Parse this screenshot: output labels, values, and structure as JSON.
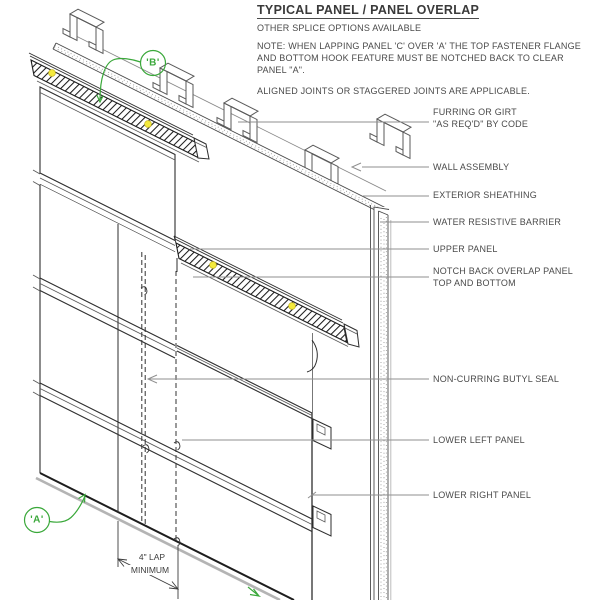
{
  "header": {
    "title": "TYPICAL PANEL / PANEL OVERLAP",
    "subtitle": "OTHER SPLICE OPTIONS AVAILABLE",
    "note_lines": [
      "NOTE: WHEN LAPPING PANEL 'C' OVER 'A' THE TOP FASTENER FLANGE",
      "AND BOTTOM HOOK FEATURE MUST BE NOTCHED BACK TO CLEAR",
      "PANEL \"A\"."
    ],
    "aligned_note": "ALIGNED JOINTS OR STAGGERED JOINTS ARE APPLICABLE."
  },
  "callouts": [
    {
      "label": "FURRING OR GIRT",
      "label2": "\"AS REQ'D\" BY CODE"
    },
    {
      "label": "WALL ASSEMBLY"
    },
    {
      "label": "EXTERIOR SHEATHING"
    },
    {
      "label": "WATER RESISTIVE BARRIER"
    },
    {
      "label": "UPPER PANEL"
    },
    {
      "label": "NOTCH BACK OVERLAP PANEL",
      "label2": "TOP AND BOTTOM"
    },
    {
      "label": "NON-CURRING BUTYL SEAL"
    },
    {
      "label": "LOWER LEFT PANEL"
    },
    {
      "label": "LOWER RIGHT PANEL"
    }
  ],
  "dimension": {
    "line1": "4\" LAP",
    "line2": "MINIMUM"
  },
  "markers": {
    "a": "'A'",
    "b": "'B'"
  },
  "colors": {
    "marker_green": "#3aa83a",
    "fastener_yellow": "#f4ea3d",
    "leader_gray": "#8f8f8f",
    "line_dark": "#2e2e2e",
    "stipple_gray": "#9a9a9a"
  }
}
